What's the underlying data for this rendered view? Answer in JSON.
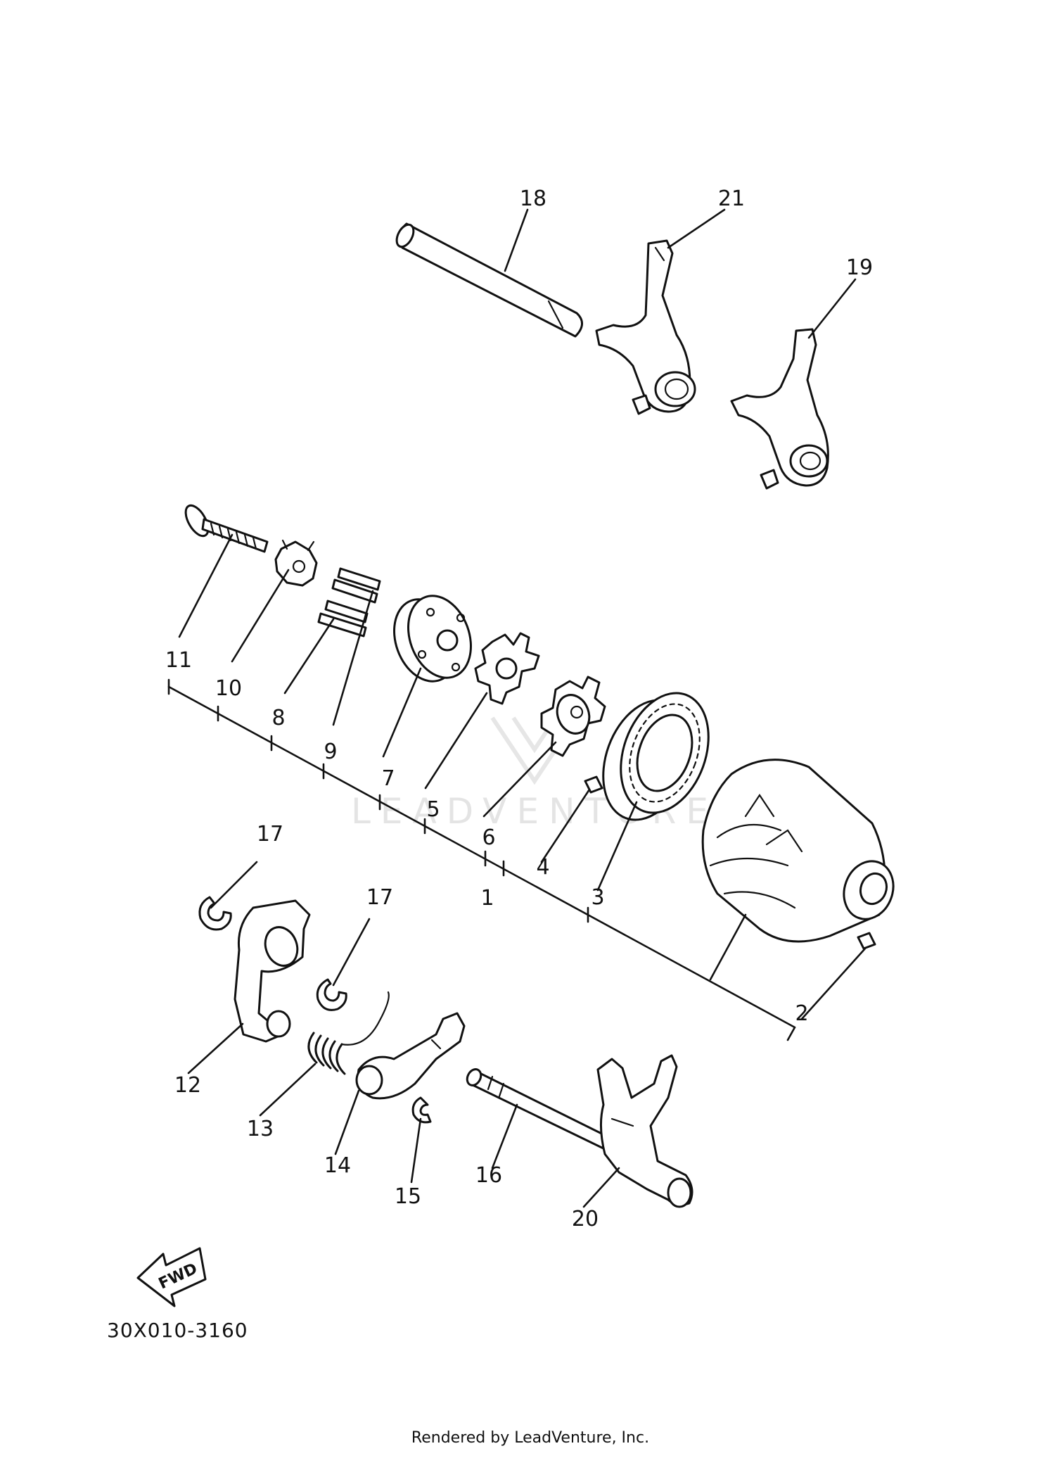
{
  "watermark": "LEADVENTURE",
  "diagram_code": "30X010-3160",
  "fwd_label": "FWD",
  "footer": "Rendered by LeadVenture, Inc.",
  "callouts": {
    "c1": "1",
    "c2": "2",
    "c3": "3",
    "c4": "4",
    "c5": "5",
    "c6": "6",
    "c7": "7",
    "c8": "8",
    "c9": "9",
    "c10": "10",
    "c11": "11",
    "c12": "12",
    "c13": "13",
    "c14": "14",
    "c15": "15",
    "c16": "16",
    "c17a": "17",
    "c17b": "17",
    "c18": "18",
    "c19": "19",
    "c20": "20",
    "c21": "21"
  }
}
